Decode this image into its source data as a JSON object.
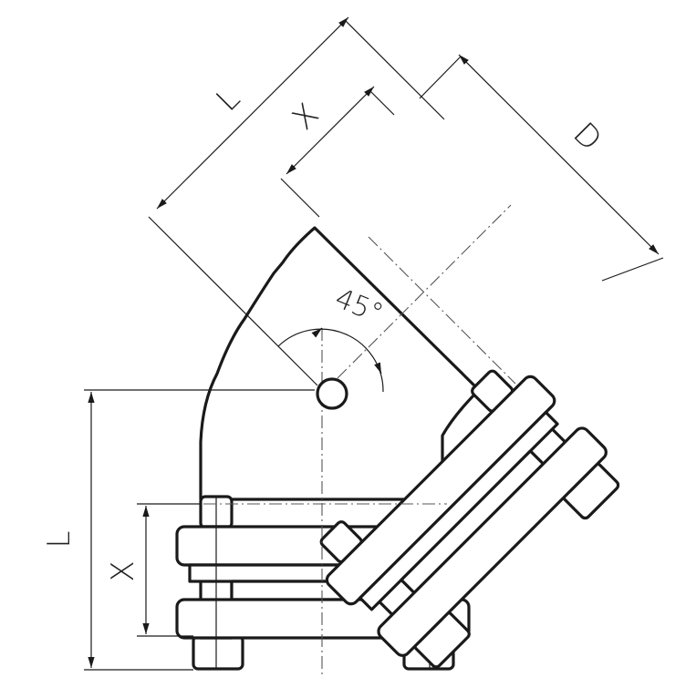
{
  "drawing": {
    "vertical_length_label": "L",
    "vertical_x_label": "X",
    "diagonal_length_label": "L",
    "diagonal_x_label": "X",
    "diameter_label": "D",
    "angle_label": "45°"
  }
}
